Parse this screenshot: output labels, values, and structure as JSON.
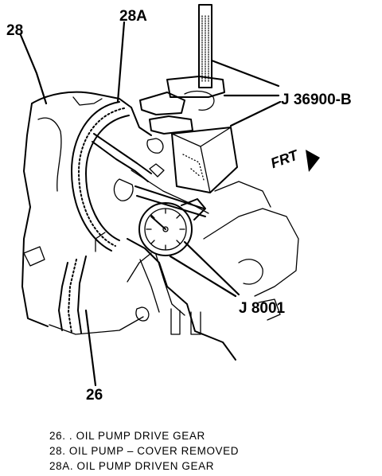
{
  "callouts": {
    "c28": "28",
    "c28a": "28A",
    "c36900": "J 36900-B",
    "c8001": "J 8001",
    "c26": "26",
    "frt": "FRT"
  },
  "legend": [
    "26. . OIL PUMP DRIVE GEAR",
    "28.   OIL PUMP – COVER REMOVED",
    "28A. OIL PUMP DRIVEN GEAR"
  ]
}
